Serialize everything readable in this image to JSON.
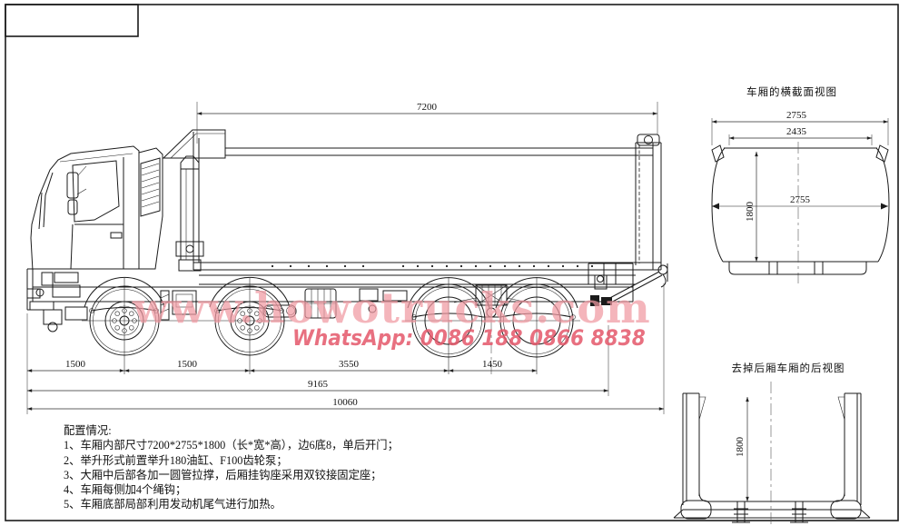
{
  "drawing": {
    "side_view": {
      "label": "dump-truck-side-elevation",
      "dim_cargo_length_top": "7200",
      "dim_front_overhang": "1500",
      "dim_axle1_axle2": "1500",
      "dim_axle2_axle3": "3550",
      "dim_axle3_axle4": "1450",
      "dim_chassis_length": "9165",
      "dim_overall_length": "10060"
    },
    "cross_section": {
      "title": "车厢的横截面视图",
      "dim_outer_width": "2755",
      "dim_inner_top_width": "2435",
      "dim_height": "1800",
      "dim_mid_width": "2755"
    },
    "rear_view": {
      "title": "去掉后厢车厢的后视图",
      "dim_height": "1800"
    }
  },
  "notes": {
    "heading": "配置情况:",
    "items": [
      "1、车厢内部尺寸7200*2755*1800（长*宽*高），边6底8，单后开门；",
      "2、举升形式前置举升180油缸、F100齿轮泵；",
      "3、大厢中后部各加一圆管拉撑，后厢挂钩座采用双铰接固定座；",
      "4、车厢每侧加4个绳钩；",
      "5、车厢底部局部利用发动机尾气进行加热。"
    ]
  },
  "watermark": {
    "site": "www.howotrucks.com",
    "whatsapp": "WhatsApp: 0086 188 0866 8838",
    "site_color": "#f099a2",
    "whatsapp_color": "#e4586a"
  },
  "colors": {
    "line": "#1b1b1b",
    "background": "#ffffff"
  }
}
